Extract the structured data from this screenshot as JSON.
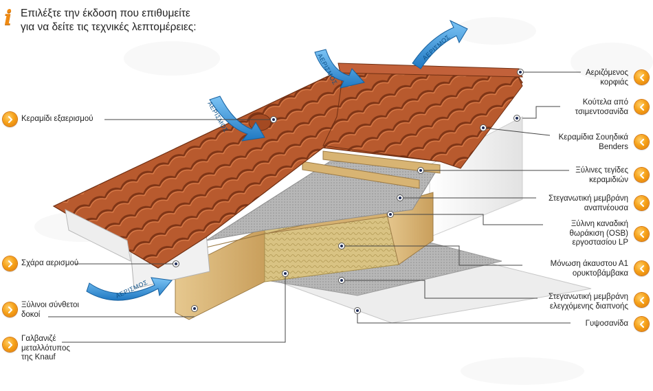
{
  "header": {
    "info_icon": "info-icon",
    "line1": "Επιλέξτε την έκδοση που επιθυμείτε",
    "line2": "για να δείτε τις τεχνικές λεπτομέρειες:"
  },
  "arrows": {
    "label": "ΑΕΡΙΣΜΟΣ"
  },
  "labels_left": [
    {
      "id": "vent-tile",
      "lines": [
        "Κεραμίδι εξαερισμού"
      ]
    },
    {
      "id": "vent-grid",
      "lines": [
        "Σχάρα αερισμού"
      ]
    },
    {
      "id": "wood-beams",
      "lines": [
        "Ξύλινοι σύνθετοι",
        "δοκοί"
      ]
    },
    {
      "id": "galvanized-profile",
      "lines": [
        "Γαλβανιζέ",
        "μεταλλότυπος",
        "της Knauf"
      ]
    }
  ],
  "labels_right": [
    {
      "id": "ridge",
      "lines": [
        "Αεριζόμενος",
        "κορφιάς"
      ]
    },
    {
      "id": "cement-board",
      "lines": [
        "Κούτελα από",
        "τσιμεντοσανίδα"
      ]
    },
    {
      "id": "benders-tiles",
      "lines": [
        "Κεραμίδια Σουηδικά",
        "Benders"
      ]
    },
    {
      "id": "tile-battens",
      "lines": [
        "Ξύλινες τεγίδες",
        "κεραμιδιών"
      ]
    },
    {
      "id": "breathable-membrane",
      "lines": [
        "Στεγανωτική μεμβράνη",
        "αναπνέουσα"
      ]
    },
    {
      "id": "osb-sheathing",
      "lines": [
        "Ξύλινη καναδική",
        "θωράκιση (OSB)",
        "εργοστασίου LP"
      ]
    },
    {
      "id": "mineral-wool",
      "lines": [
        "Μόνωση άκαυστου Α1",
        "ορυκτοβάμβακα"
      ]
    },
    {
      "id": "vapor-membrane",
      "lines": [
        "Στεγανωτική μεμβράνη",
        "ελεγχόμενης διαπνοής"
      ]
    },
    {
      "id": "plasterboard",
      "lines": [
        "Γυψοσανίδα"
      ]
    }
  ],
  "colors": {
    "button": "#f39a18",
    "tile": "#b8552c",
    "tile_dark": "#8a3818",
    "wood": "#d9b67a",
    "insulation": "#dcc98a",
    "membrane": "#b9b9b9",
    "arrow": "#2b8fd6"
  }
}
